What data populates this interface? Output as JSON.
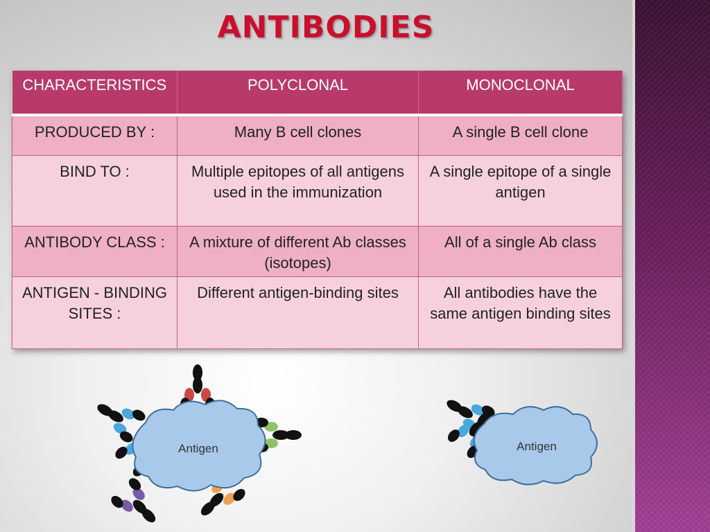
{
  "title": "ANTIBODIES",
  "table": {
    "headers": [
      "CHARACTERISTICS",
      "POLYCLONAL",
      "MONOCLONAL"
    ],
    "rows": [
      [
        "PRODUCED  BY :",
        "Many B cell clones",
        "A single  B cell clone"
      ],
      [
        "BIND  TO  :",
        "Multiple epitopes of all antigens used in the immunization",
        "A single epitope of a single antigen"
      ],
      [
        "ANTIBODY CLASS :",
        "A  mixture of different Ab classes (isotopes)",
        "All of a single  Ab class"
      ],
      [
        "ANTIGEN - BINDING  SITES  :",
        "Different antigen-binding sites",
        "All antibodies have the same antigen binding sites"
      ]
    ]
  },
  "diagram": {
    "polyclonal_label": "Antigen",
    "monoclonal_label": "Antigen",
    "colors": {
      "cloud_fill": "#a9c9ea",
      "cloud_stroke": "#3c6e9c",
      "heavy_chain": "#111111",
      "binding_red": "#c94a45",
      "binding_green": "#8ec36a",
      "binding_purple": "#7a5aa3",
      "binding_orange": "#f0a050",
      "binding_blue": "#4aa8dc"
    }
  }
}
